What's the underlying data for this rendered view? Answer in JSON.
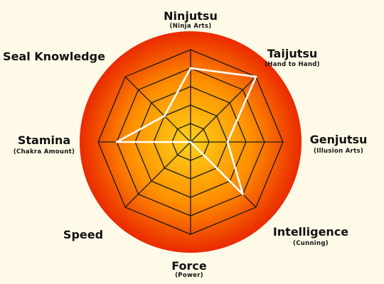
{
  "chart_data": {
    "type": "radar",
    "title": "",
    "axes": [
      {
        "label": "Ninjutsu",
        "sublabel": "(Ninja Arts)"
      },
      {
        "label": "Taijutsu",
        "sublabel": "(Hand to Hand)"
      },
      {
        "label": "Genjutsu",
        "sublabel": "(Illusion Arts)"
      },
      {
        "label": "Intelligence",
        "sublabel": "(Cunning)"
      },
      {
        "label": "Force",
        "sublabel": "(Power)"
      },
      {
        "label": "Speed",
        "sublabel": ""
      },
      {
        "label": "Stamina",
        "sublabel": "(Chakra Amount)"
      },
      {
        "label": "Seal Knowledge",
        "sublabel": ""
      }
    ],
    "levels": 5,
    "range": [
      0,
      5
    ],
    "series": [
      {
        "values": [
          4,
          5,
          2,
          4,
          0,
          0,
          4,
          2
        ]
      }
    ],
    "colors": {
      "disc_center": "#ffd21a",
      "disc_mid": "#ff9000",
      "disc_edge": "#ea2a00",
      "grid": "#1a1a1a",
      "series": "#ffffff",
      "background": "#fffbe8"
    }
  }
}
